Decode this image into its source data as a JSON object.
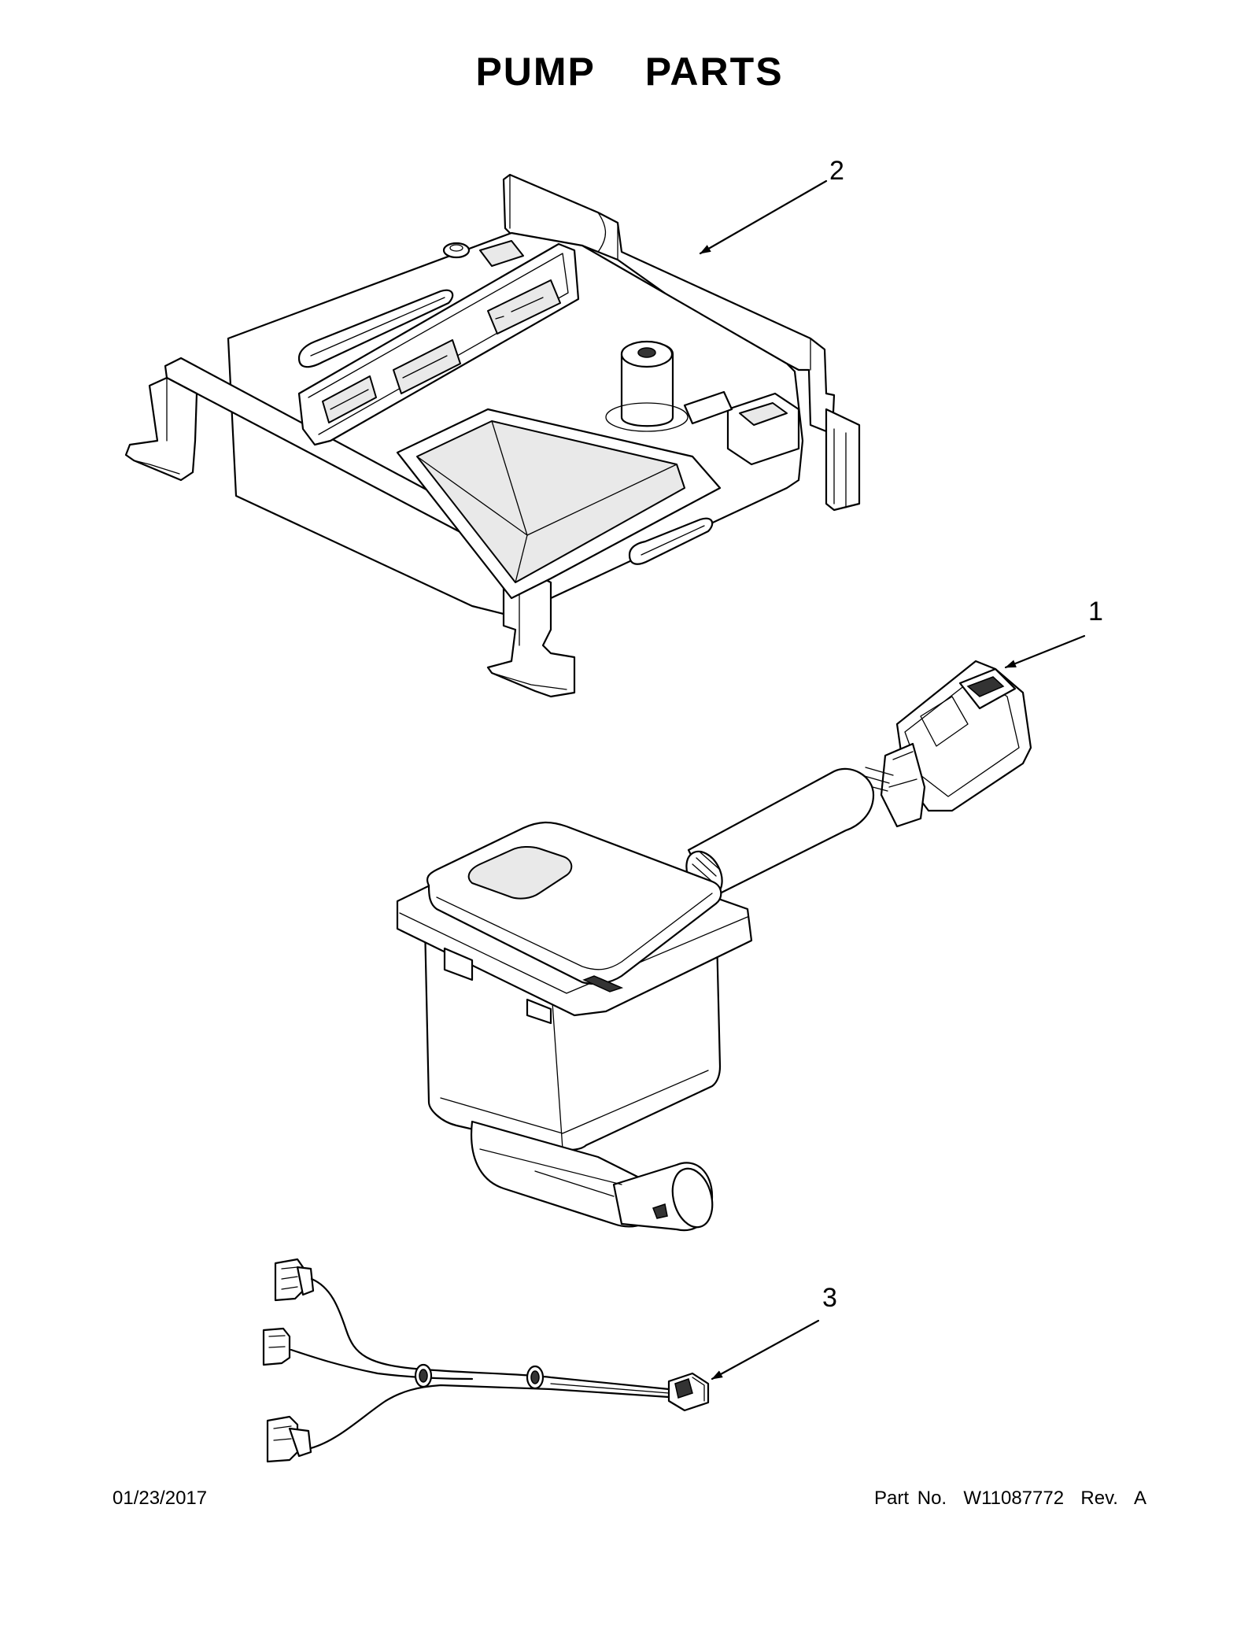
{
  "title": "PUMP  PARTS",
  "callouts": [
    {
      "id": "1",
      "label": "1"
    },
    {
      "id": "2",
      "label": "2"
    },
    {
      "id": "3",
      "label": "3"
    }
  ],
  "parts": [
    {
      "callout": "1",
      "icon": "pump-assembly-illustration"
    },
    {
      "callout": "2",
      "icon": "pump-housing-tray-illustration"
    },
    {
      "callout": "3",
      "icon": "wire-harness-illustration"
    }
  ],
  "footer": {
    "date": "01/23/2017",
    "part_number": "Part No.  W11087772  Rev.  A"
  }
}
